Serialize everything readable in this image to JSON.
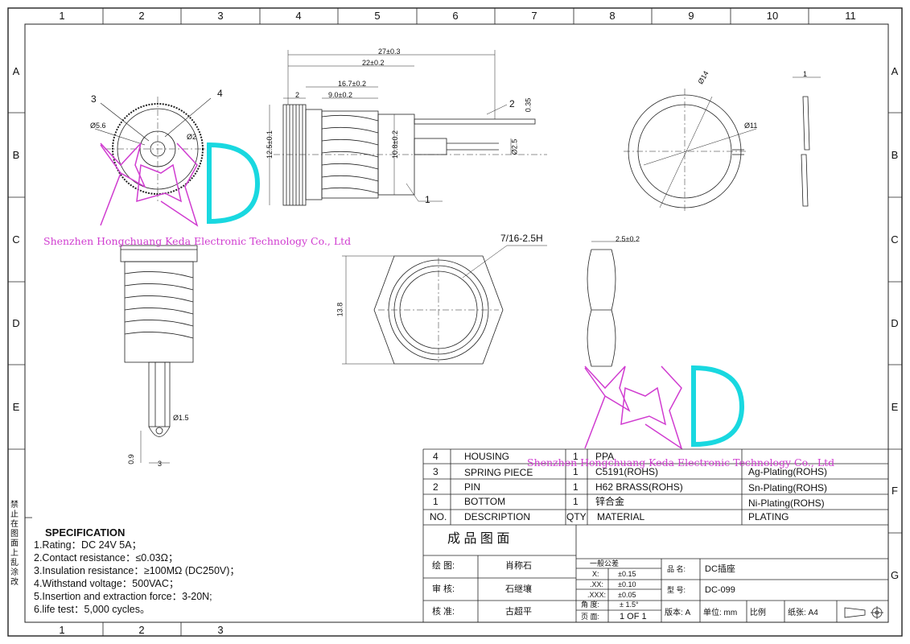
{
  "zones": {
    "columns": [
      "1",
      "2",
      "3",
      "4",
      "5",
      "6",
      "7",
      "8",
      "9",
      "10",
      "11"
    ],
    "rows": [
      "A",
      "B",
      "C",
      "D",
      "E",
      "F",
      "G"
    ]
  },
  "watermark": {
    "company": "Shenzhen Hongchuang Keda Electronic Technology Co., Ltd",
    "logo_letters": "HCD K"
  },
  "side_note": "禁止在图面上乱涂改",
  "dimensions": {
    "overall": "27±0.3",
    "body": "22±0.2",
    "thread": "16.7±0.2",
    "flange": "2",
    "thread_start": "9.0±0.2",
    "height_left": "12.5±0.1",
    "height_thread": "10.8±0.2",
    "pin_dia": "Ø2.5",
    "pin_thickness": "0.35",
    "label_1": "1",
    "label_2": "2",
    "label_3": "3",
    "label_4": "4",
    "hole_56": "Ø5.6",
    "hole_2": "Ø2",
    "washer_od": "Ø14",
    "washer_id": "Ø11",
    "washer_t": "1",
    "nut_thread": "7/16-2.5H",
    "nut_width": "13.8",
    "nut_t": "2.5±0.2",
    "tab_hole": "Ø1.5",
    "tab_t": "0.9",
    "tab_w": "3"
  },
  "specification": {
    "title": "SPECIFICATION",
    "items": [
      "1.Rating：DC 24V 5A；",
      "2.Contact resistance：≤0.03Ω；",
      "3.Insulation resistance：≥100MΩ (DC250V)；",
      "4.Withstand voltage：500VAC；",
      "5.Insertion and extraction force：3-20N;",
      "6.life test：5,000 cycles。"
    ]
  },
  "bom": {
    "rows": [
      {
        "no": "4",
        "desc": "HOUSING",
        "qty": "1",
        "material": "PPA",
        "plating": ""
      },
      {
        "no": "3",
        "desc": "SPRING PIECE",
        "qty": "1",
        "material": "C5191(ROHS)",
        "plating": "Ag-Plating(ROHS)"
      },
      {
        "no": "2",
        "desc": "PIN",
        "qty": "1",
        "material": "H62 BRASS(ROHS)",
        "plating": "Sn-Plating(ROHS)"
      },
      {
        "no": "1",
        "desc": "BOTTOM",
        "qty": "1",
        "material": "锌合金",
        "plating": "Ni-Plating(ROHS)"
      }
    ],
    "header": {
      "no": "NO.",
      "desc": "DESCRIPTION",
      "qty": "QTY",
      "material": "MATERIAL",
      "plating": "PLATING"
    }
  },
  "title_block": {
    "heading": "成 品 图 面",
    "drawn_label": "绘  图:",
    "drawn_name": "肖称石",
    "check_label": "审  核:",
    "check_name": "石继壤",
    "approve_label": "核  准:",
    "approve_name": "古超平",
    "tol_title": "一般公差",
    "tol_rows": [
      {
        "k": "X:",
        "v": "±0.15"
      },
      {
        "k": ".XX:",
        "v": "±0.10"
      },
      {
        "k": ".XXX:",
        "v": "±0.05"
      },
      {
        "k": "角 度:",
        "v": "± 1.5°"
      }
    ],
    "page_label": "页 面:",
    "page_value": "1 OF 1",
    "name_label": "品  名:",
    "name_value": "DC插座",
    "model_label": "型  号:",
    "model_value": "DC-099",
    "version": "版本: A",
    "unit": "单位: mm",
    "scale": "比例",
    "paper": "纸张: A4"
  }
}
